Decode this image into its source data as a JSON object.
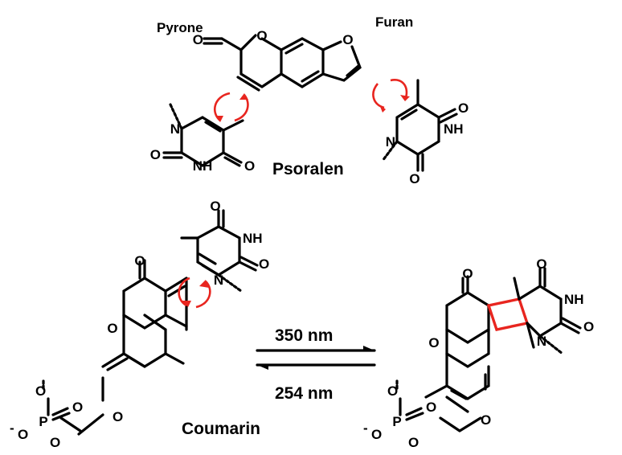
{
  "labels": {
    "pyrone": "Pyrone",
    "furan": "Furan",
    "psoralen": "Psoralen",
    "coumarin": "Coumarin",
    "forward_wavelength": "350 nm",
    "reverse_wavelength": "254 nm"
  },
  "atoms": {
    "O": "O",
    "NH": "NH",
    "N": "N",
    "H": "H",
    "P": "P",
    "neg": "-"
  },
  "colors": {
    "bond": "#000000",
    "highlight": "#e8251f"
  }
}
